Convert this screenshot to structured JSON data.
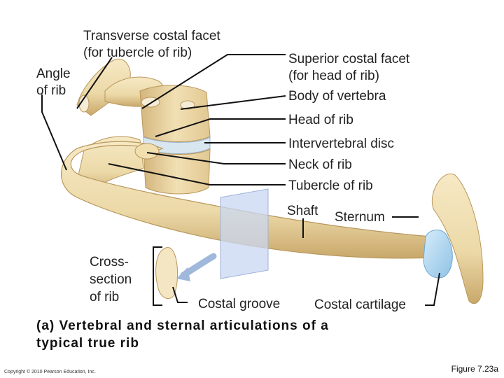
{
  "labels": {
    "transverse_costal_facet_1": "Transverse costal facet",
    "transverse_costal_facet_2": "(for tubercle of rib)",
    "angle_of_rib_1": "Angle",
    "angle_of_rib_2": "of rib",
    "superior_costal_facet_1": "Superior costal facet",
    "superior_costal_facet_2": "(for head of rib)",
    "body_of_vertebra": "Body of vertebra",
    "head_of_rib": "Head of rib",
    "intervertebral_disc": "Intervertebral disc",
    "neck_of_rib": "Neck of rib",
    "tubercle_of_rib": "Tubercle of rib",
    "shaft": "Shaft",
    "sternum": "Sternum",
    "cross_section_1": "Cross-",
    "cross_section_2": "section",
    "cross_section_3": "of rib",
    "costal_groove": "Costal groove",
    "costal_cartilage": "Costal cartilage"
  },
  "caption": {
    "line1": "(a) Vertebral and sternal articulations of a",
    "line2": "typical true rib"
  },
  "copyright": "Copyright © 2010 Pearson Education, Inc.",
  "figure_number": "Figure 7.23a",
  "colors": {
    "bone": "#ecd9a8",
    "bone_shadow": "#c9a86a",
    "cartilage": "#a9d3ee",
    "disc": "#d8e6f0",
    "plane": "#c9d7f2",
    "arrow": "#9fb8dc",
    "leader": "#111111"
  }
}
